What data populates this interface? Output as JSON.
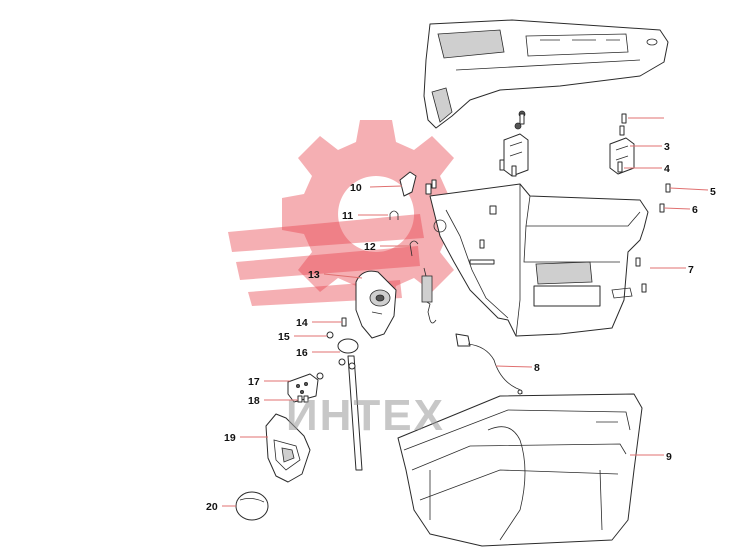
{
  "watermark": {
    "text": "ИНТЕХ",
    "gear_color": "#e8404a",
    "text_color": "#9a9a9a"
  },
  "leader_color": "#e07070",
  "callouts": [
    "3",
    "4",
    "5",
    "6",
    "7",
    "8",
    "9",
    "10",
    "11",
    "12",
    "13",
    "14",
    "15",
    "16",
    "17",
    "18",
    "19",
    "20"
  ]
}
